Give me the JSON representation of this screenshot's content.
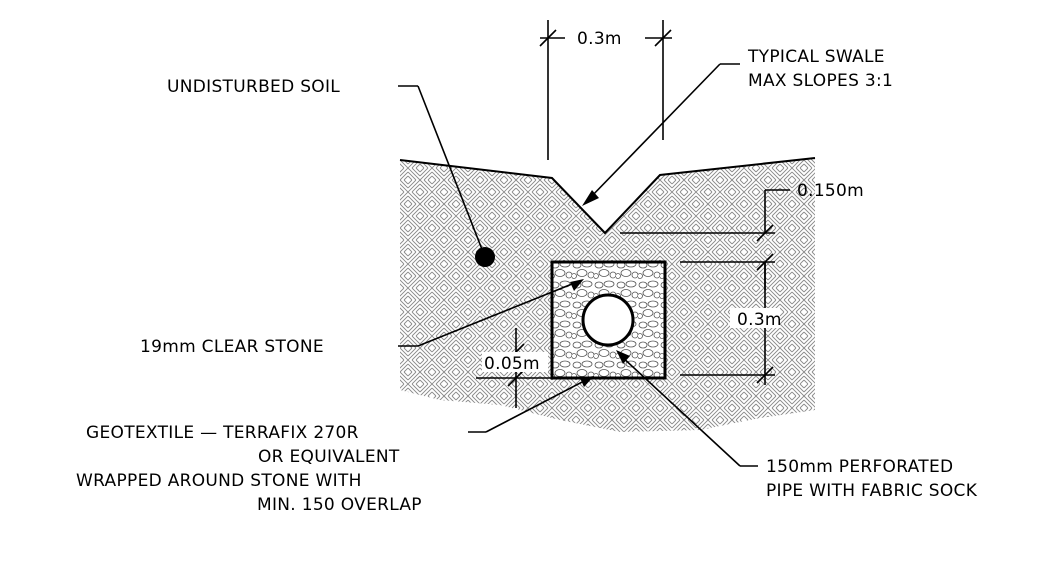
{
  "labels": {
    "dim_top": "0.3m",
    "swale_line1": "TYPICAL SWALE",
    "swale_line2": "MAX SLOPES 3:1",
    "undisturbed": "UNDISTURBED SOIL",
    "dim_150": "0.150m",
    "dim_03_side": "0.3m",
    "clear_stone": "19mm CLEAR STONE",
    "dim_005": "0.05m",
    "geo_line1": "GEOTEXTILE — TERRAFIX 270R",
    "geo_line2": "OR EQUIVALENT",
    "geo_line3": "WRAPPED AROUND STONE WITH",
    "geo_line4": "MIN. 150 OVERLAP",
    "pipe_line1": "150mm PERFORATED",
    "pipe_line2": "PIPE WITH FABRIC SOCK"
  },
  "colors": {
    "line": "#000000",
    "hatch": "#8a8a8a",
    "background": "#ffffff"
  }
}
